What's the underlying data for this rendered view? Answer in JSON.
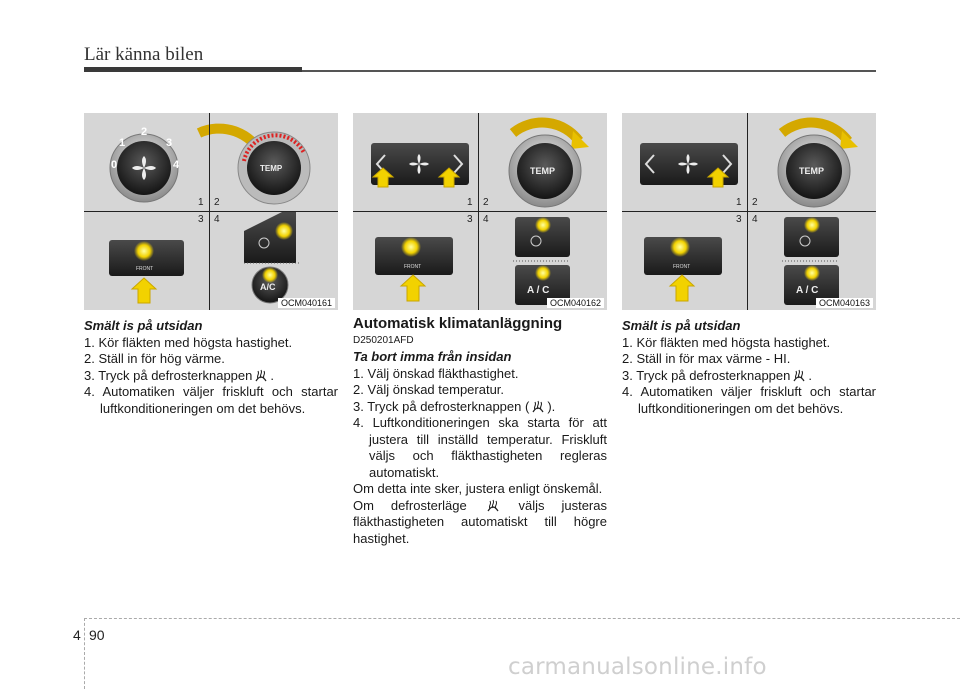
{
  "header": {
    "title": "Lär känna bilen"
  },
  "figures": [
    {
      "code": "OCM040161",
      "dial_numbers": [
        "0",
        "1",
        "2",
        "3",
        "4"
      ],
      "temp_label": "TEMP",
      "front_label": "FRONT",
      "ac_label": "A/C",
      "quadrants": [
        "1",
        "2",
        "3",
        "4"
      ]
    },
    {
      "code": "OCM040162",
      "temp_label": "TEMP",
      "front_label": "FRONT",
      "ac_label": "A / C",
      "quadrants": [
        "1",
        "2",
        "3",
        "4"
      ]
    },
    {
      "code": "OCM040163",
      "temp_label": "TEMP",
      "front_label": "FRONT",
      "ac_label": "A / C",
      "quadrants": [
        "1",
        "2",
        "3",
        "4"
      ]
    }
  ],
  "col1": {
    "subtitle": "Smält is på utsidan",
    "items": [
      "1. Kör fläkten med högsta hastighet.",
      "2. Ställ in för hög värme.",
      "3. Tryck på defrosterknappen",
      "4. Automatiken väljer friskluft och startar luftkonditioneringen om det behövs."
    ]
  },
  "col2": {
    "heading": "Automatisk klimatanläggning",
    "code": "D250201AFD",
    "subtitle": "Ta bort imma från insidan",
    "items": [
      "1. Välj önskad fläkthastighet.",
      "2. Välj önskad temperatur.",
      "3. Tryck på defrosterknappen (",
      "4. Luftkonditioneringen ska starta för att justera till inställd temperatur. Friskluft väljs och fläkthastigheten regleras automatiskt."
    ],
    "para1": "Om detta inte sker, justera enligt önskemål.",
    "para2_before": "Om defrosterläge",
    "para2_after": "väljs justeras fläkthastigheten automatiskt till högre hastighet."
  },
  "col3": {
    "subtitle": "Smält is på utsidan",
    "items": [
      "1. Kör fläkten med högsta hastighet.",
      "2. Ställ in för max värme - HI.",
      "3. Tryck på defrosterknappen",
      "4. Automatiken väljer friskluft och startar luftkonditioneringen om det behövs."
    ]
  },
  "footer": {
    "chapter": "4",
    "page": "90",
    "watermark": "carmanualsonline.info"
  }
}
